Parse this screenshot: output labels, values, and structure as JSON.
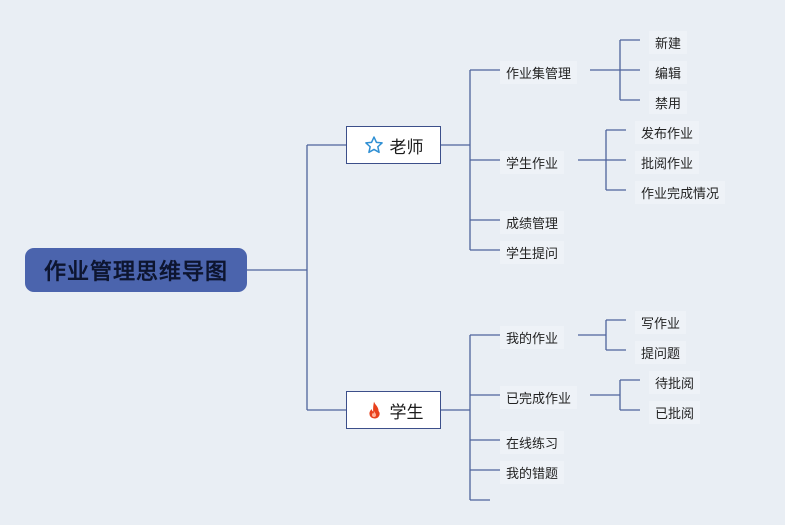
{
  "diagram": {
    "root": "作业管理思维导图",
    "teacher": {
      "label": "老师",
      "icon": "star-icon",
      "children": [
        {
          "label": "作业集管理",
          "children": [
            "新建",
            "编辑",
            "禁用"
          ]
        },
        {
          "label": "学生作业",
          "children": [
            "发布作业",
            "批阅作业",
            "作业完成情况"
          ]
        },
        {
          "label": "成绩管理",
          "children": []
        },
        {
          "label": "学生提问",
          "children": []
        }
      ]
    },
    "student": {
      "label": "学生",
      "icon": "fire-icon",
      "children": [
        {
          "label": "我的作业",
          "children": [
            "写作业",
            "提问题"
          ]
        },
        {
          "label": "已完成作业",
          "children": [
            "待批阅",
            "已批阅"
          ]
        },
        {
          "label": "在线练习",
          "children": []
        },
        {
          "label": "我的错题",
          "children": []
        }
      ]
    },
    "colors": {
      "root_fill": "#4b64ad",
      "root_text": "#0d1530",
      "branch_border": "#3c4f8a",
      "connector": "#4f639c",
      "star": "#2f8fd3",
      "fire": "#e8401c"
    }
  }
}
